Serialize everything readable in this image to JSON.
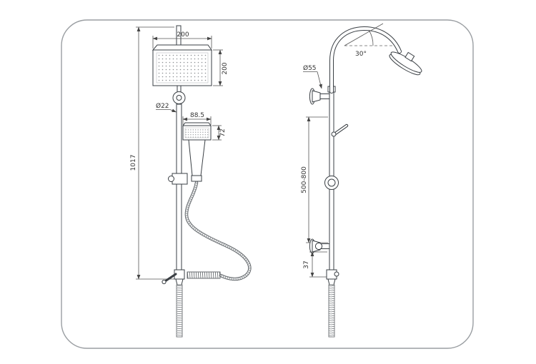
{
  "drawing": {
    "frame_color": "#8f9398",
    "line_color": "#3a3f44",
    "dimension_color": "#333333",
    "front_view": {
      "head_width": "200",
      "head_depth": "200",
      "pipe_diameter": "Ø22",
      "hand_shower_width": "88.5",
      "hand_shower_head_height": "72",
      "overall_height": "1017"
    },
    "side_view": {
      "flange_diameter": "Ø55",
      "head_angle": "30°",
      "adjustable_height_range": "500-800",
      "bottom_bracket_offset": "37"
    }
  }
}
